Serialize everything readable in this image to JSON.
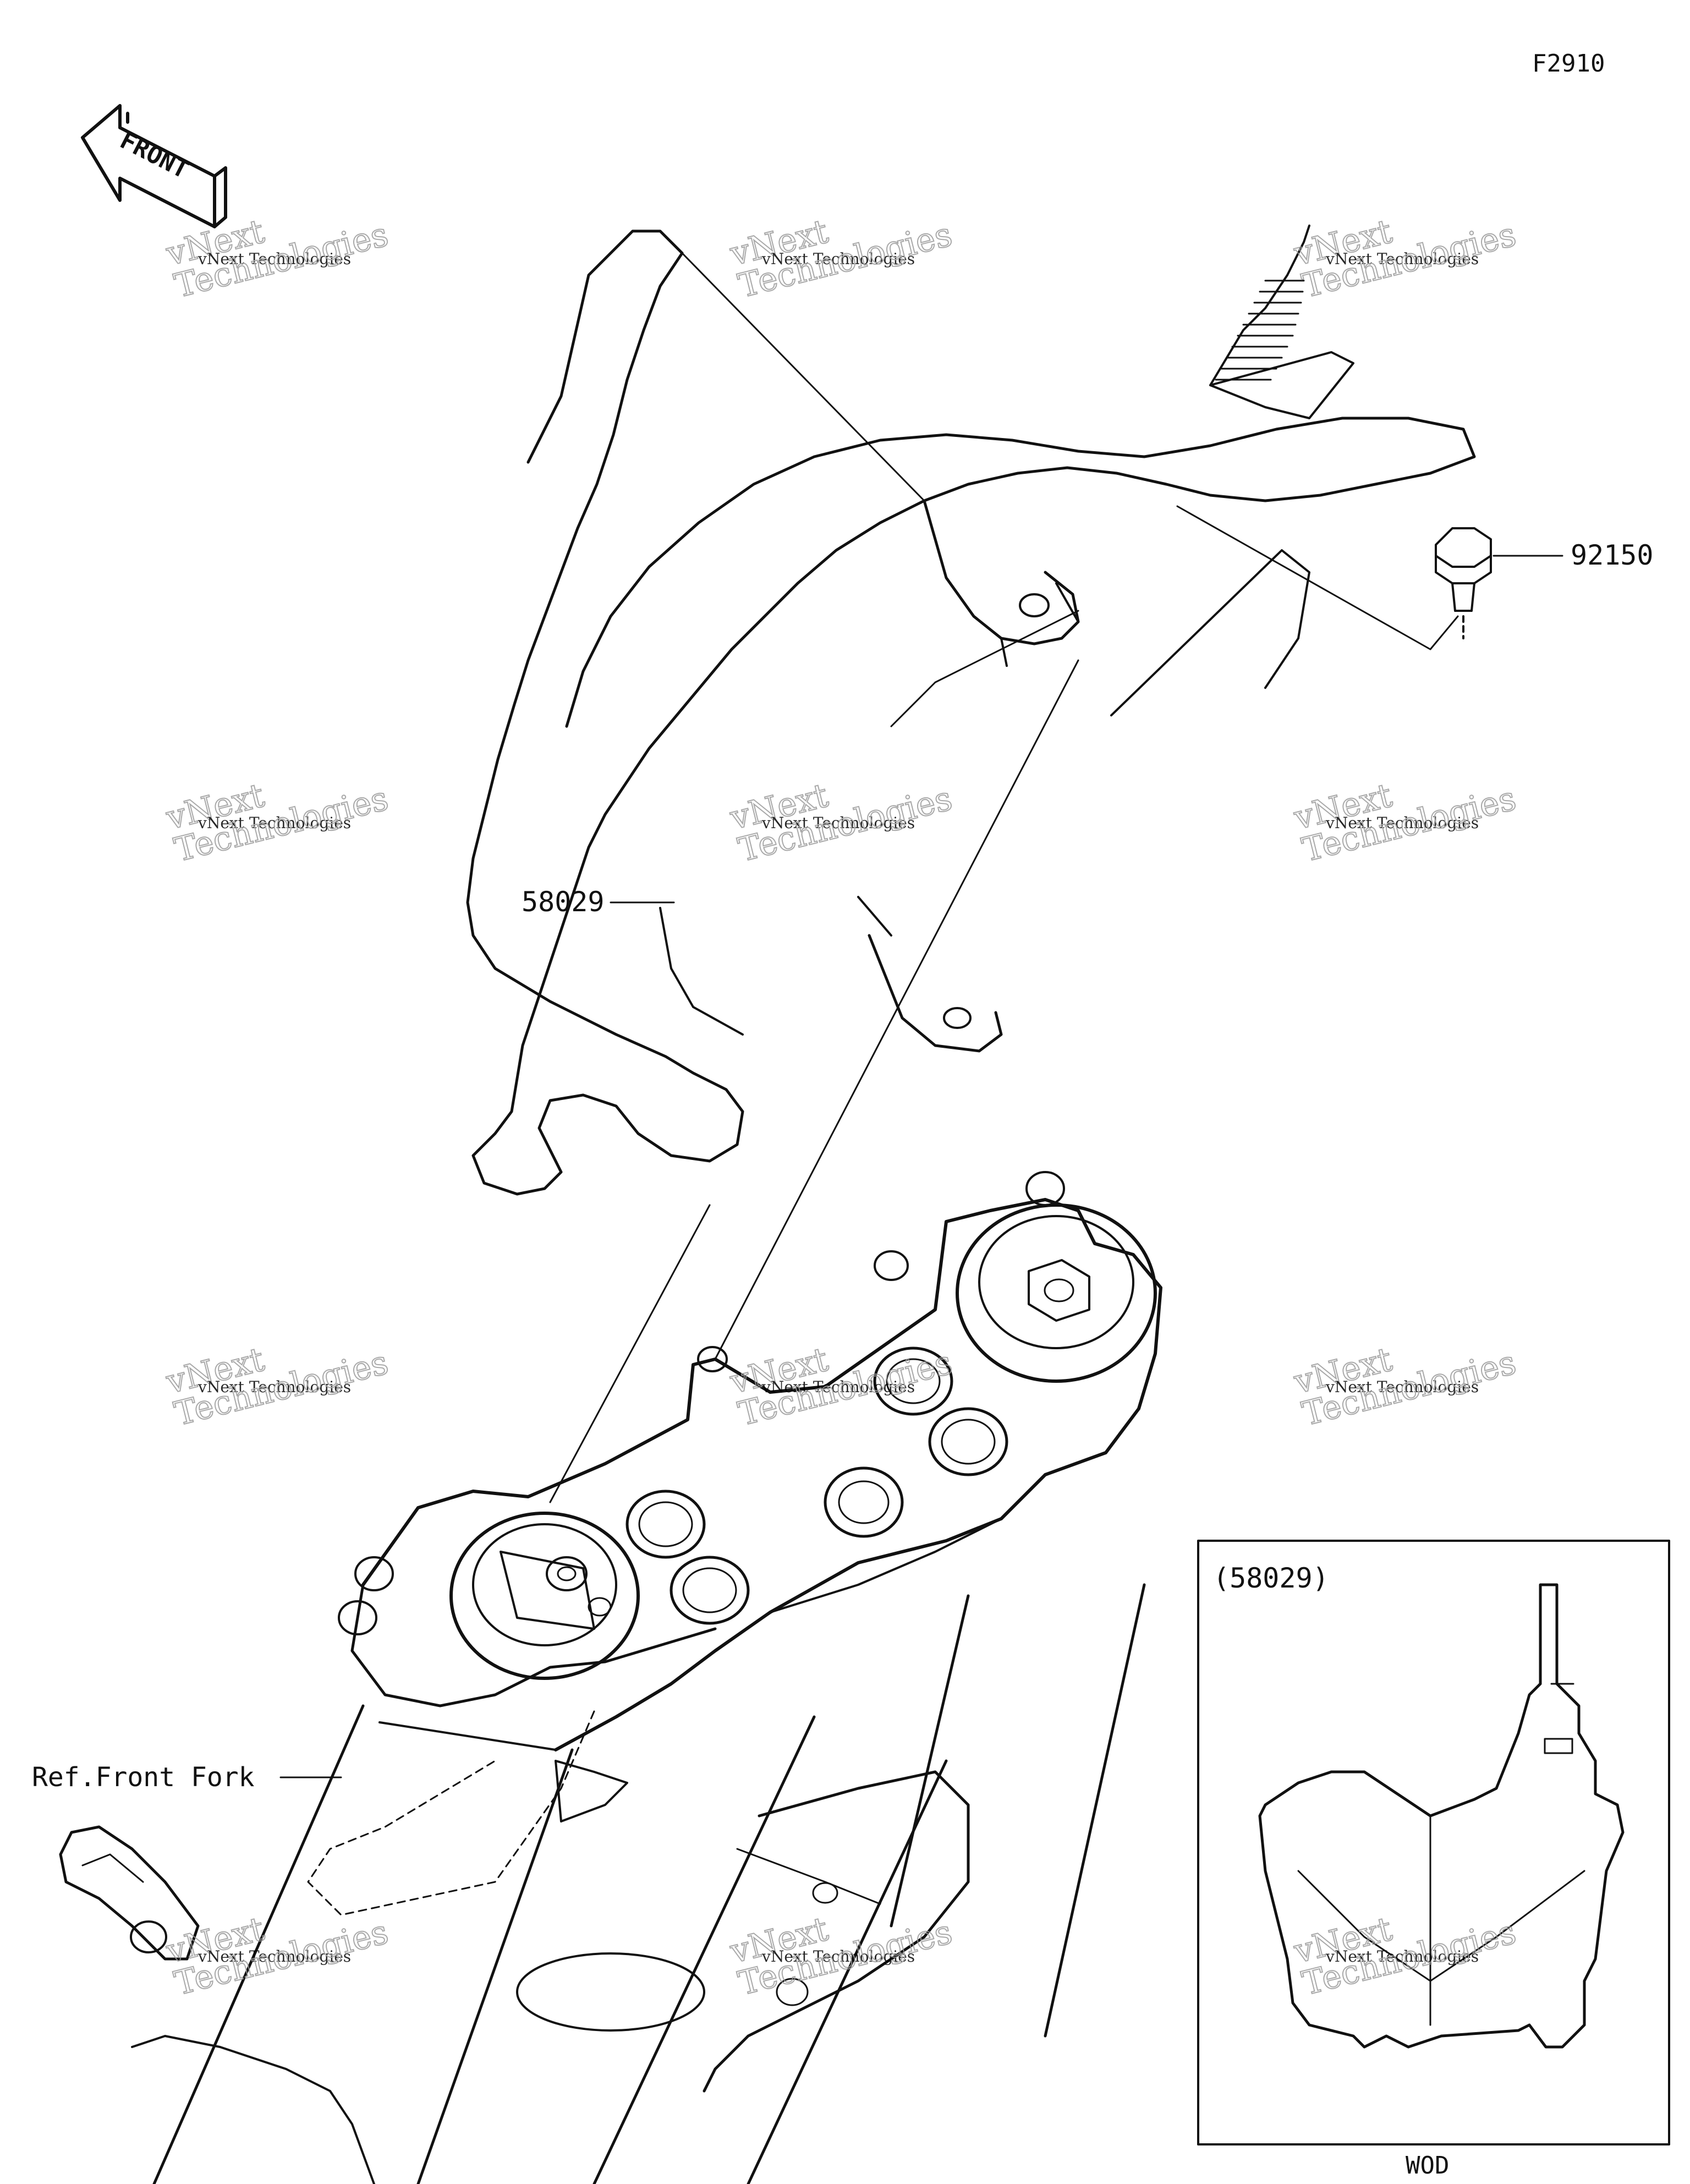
{
  "figure_code": "F2910",
  "front_arrow_label": "FRONT",
  "callouts": {
    "part_92150": "92150",
    "part_58029": "58029",
    "ref_front_fork": "Ref.Front Fork"
  },
  "inset": {
    "part_ref": "(58029)",
    "variant": "WOD"
  },
  "watermark": {
    "brand": "vNext",
    "line": "vNext Technologies",
    "big_line": "Technologies"
  }
}
